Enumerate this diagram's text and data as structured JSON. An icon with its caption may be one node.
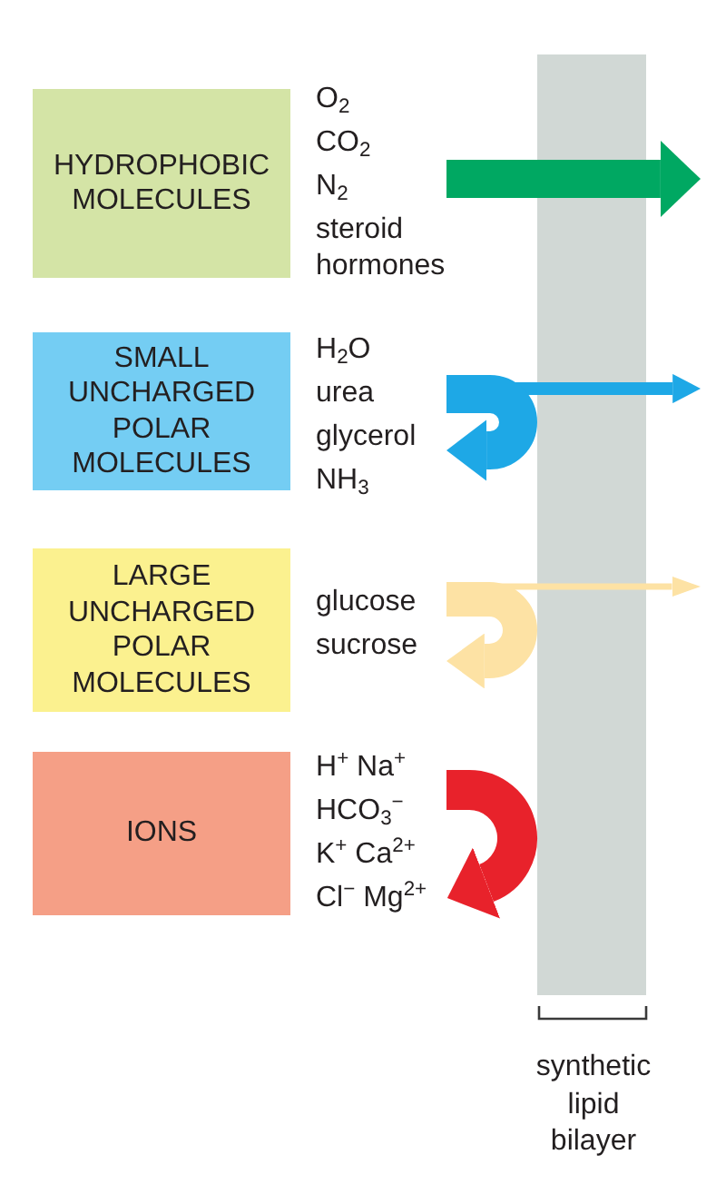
{
  "diagram": {
    "nodes": [
      {
        "text": [
          "HYDROPHOBIC MOLECULES"
        ]
      },
      {
        "text": [
          "O$_{2}$",
          "CO$_{2}$",
          "N$_{2}$",
          "steroid hormones"
        ]
      },
      {
        "text": [
          "SMALL UNCHARGED POLAR MOLECULES"
        ]
      },
      {
        "text": [
          "H$_{2}$O",
          "urea",
          "glycerol",
          "NH$_{3}$"
        ]
      },
      {
        "text": [
          "LARGE UNCHARGED POLAR MOLECULES"
        ]
      },
      {
        "text": [
          "glucose",
          "sucrose"
        ]
      },
      {
        "text": [
          "IONS"
        ]
      },
      {
        "text": [
          "H$^{+}$ Na$^{+}$",
          "HCO$_{3}$$^{−}$",
          "K$^{+}$ Ca$^{2+}$",
          "Cl$^{−}$ Mg$^{2+}$"
        ]
      },
      {
        "text": [],
        "shape": "bar",
        "beside": [
          "synthetic lipid bilayer"
        ]
      }
    ],
    "edges": [
      {
        "from": 1,
        "to": 8,
        "arrow": "to",
        "color": "#00a862"
      },
      {
        "from": 3,
        "to": 8,
        "arrow": "to",
        "color": "#1ea8e6"
      },
      {
        "from": 3,
        "to": 3,
        "arrow": "to",
        "color": "#1ea8e6"
      },
      {
        "from": 5,
        "to": 8,
        "arrow": "to",
        "color": "#fde2a4"
      },
      {
        "from": 5,
        "to": 5,
        "arrow": "to",
        "color": "#fde2a4"
      },
      {
        "from": 7,
        "to": 7,
        "arrow": "to",
        "color": "#e8222b"
      }
    ]
  }
}
